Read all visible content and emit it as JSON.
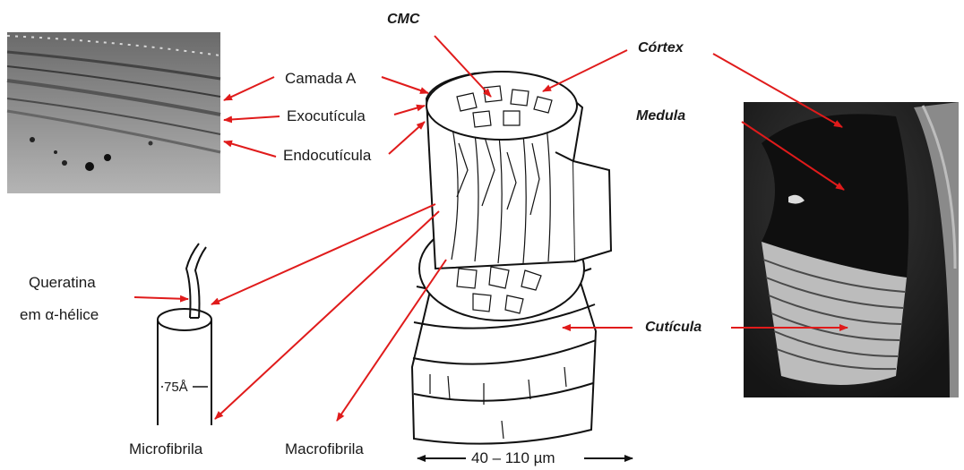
{
  "labels": {
    "cmc": "CMC",
    "cortex": "Córtex",
    "medula": "Medula",
    "cuticula": "Cutícula",
    "camada_a": "Camada A",
    "exocuticula": "Exocutícula",
    "endocuticula": "Endocutícula",
    "queratina_line1": "Queratina",
    "queratina_line2": "em α-hélice",
    "microfibrila": "Microfibrila",
    "macrofibrila": "Macrofibrila",
    "diameter": "75Å",
    "scale": "40 – 110 µm"
  },
  "colors": {
    "arrow": "#e01b1b",
    "ink": "#1a1a1a",
    "tem_bg": "#9a9a9a",
    "sem_bg": "#2a2a2a"
  }
}
